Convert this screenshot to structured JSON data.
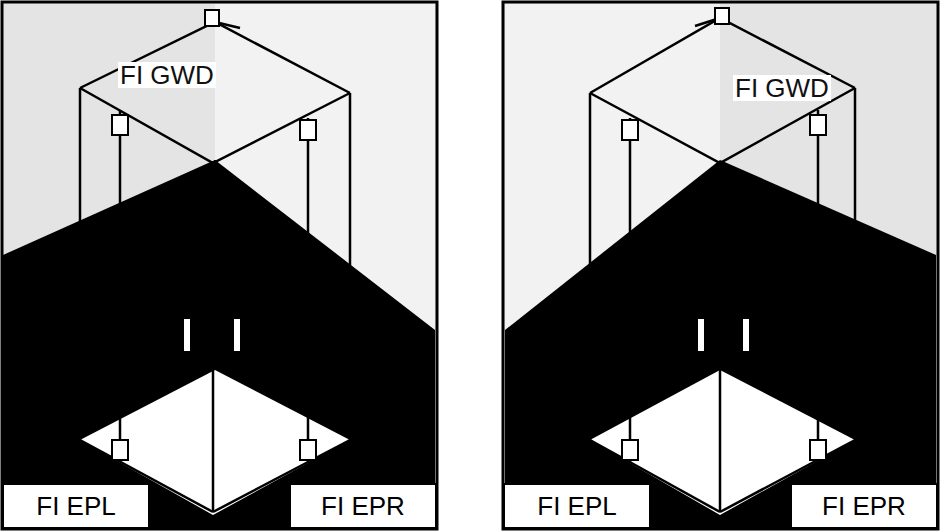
{
  "diagram": {
    "nodes": [
      {
        "text": [
          "FI EPL"
        ]
      },
      {
        "text": [
          "FI EPR"
        ]
      },
      {
        "text": [
          "FI EPL"
        ]
      },
      {
        "text": [
          "FI EPR"
        ]
      }
    ],
    "labels": [
      "FI GWD",
      "FI GWD"
    ]
  }
}
